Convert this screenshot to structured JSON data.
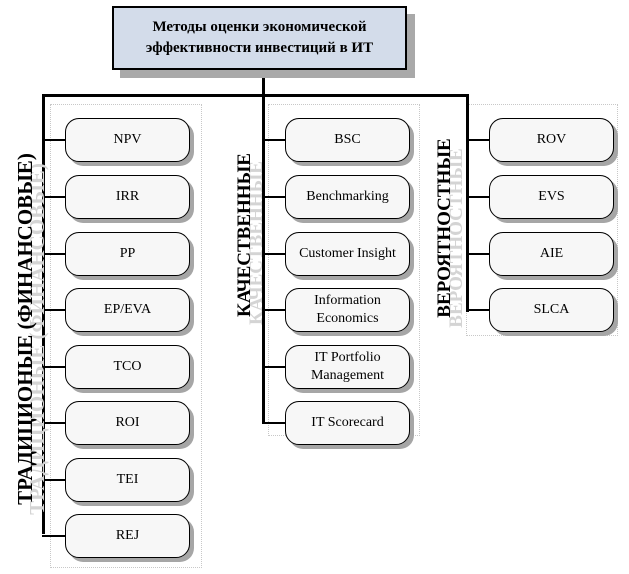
{
  "title": {
    "line1": "Методы оценки экономической",
    "line2": "эффективности инвестиций в ИТ"
  },
  "groups": [
    {
      "label": "ТРАДИЦИОНЫЕ (ФИНАНСОВЫЕ)",
      "items": [
        [
          "NPV"
        ],
        [
          "IRR"
        ],
        [
          "PP"
        ],
        [
          "EP/EVA"
        ],
        [
          "TCO"
        ],
        [
          "ROI"
        ],
        [
          "TEI"
        ],
        [
          "REJ"
        ]
      ]
    },
    {
      "label": "КАЧЕСТВЕННЫЕ",
      "items": [
        [
          "BSC"
        ],
        [
          "Benchmarking"
        ],
        [
          "Customer Insight"
        ],
        [
          "Information",
          "Economics"
        ],
        [
          "IT Portfolio",
          "Management"
        ],
        [
          "IT Scorecard"
        ]
      ]
    },
    {
      "label": "ВЕРОЯТНОСТНЫЕ",
      "items": [
        [
          "ROV"
        ],
        [
          "EVS"
        ],
        [
          "AIE"
        ],
        [
          "SLCA"
        ]
      ]
    }
  ],
  "colors": {
    "title_fill": "#d3dcea",
    "node_fill": "#f7f7f7",
    "shadow": "#a6a6a6",
    "lines": "#000000"
  }
}
